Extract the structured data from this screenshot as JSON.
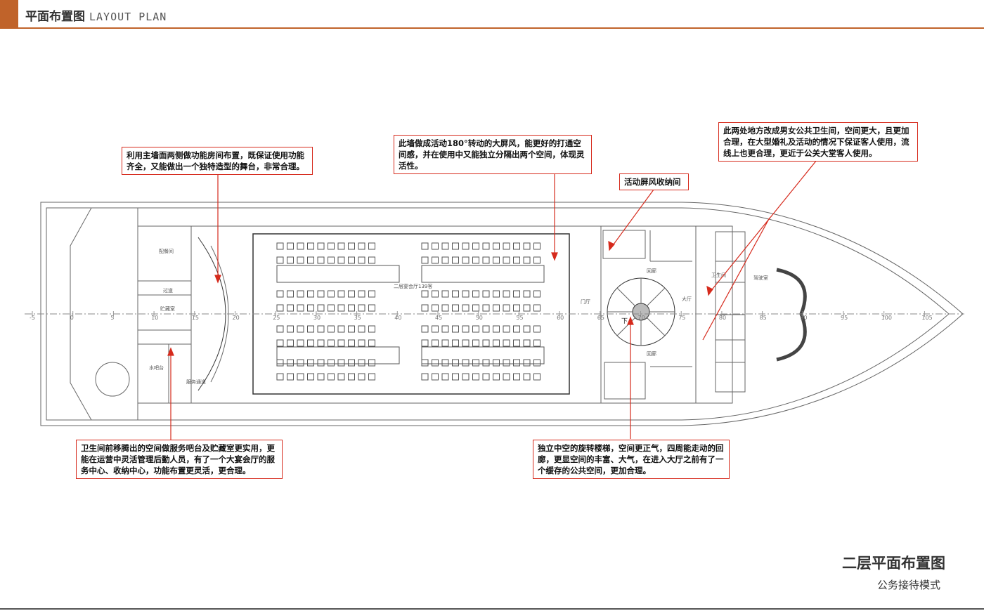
{
  "header": {
    "title_cn": "平面布置图",
    "title_en": "LAYOUT PLAN"
  },
  "footer": {
    "plan_title": "二层平面布置图",
    "plan_mode": "公务接待模式"
  },
  "colors": {
    "accent": "#c0632a",
    "callout": "#d62a1c",
    "line": "#555555"
  },
  "annotations": {
    "stage": "利用主墙面两侧做功能房间布置，既保证使用功能齐全，又能做出一个独特造型的舞台，非常合理。",
    "screen": "此墙做成活动180°转动的大屏风，能更好的打通空间感，并在使用中又能独立分隔出两个空间，体现灵活性。",
    "storage": "活动屏风收纳间",
    "restroom": "此两处地方改成男女公共卫生间，空间更大，且更加合理，在大型婚礼及活动的情况下保证客人使用，流线上也更合理，更近于公关大堂客人使用。",
    "bar": "卫生间前移腾出的空间做服务吧台及贮藏室更实用，更能在运营中灵活管理后勤人员，有了一个大宴会厅的服务中心、收纳中心，功能布置更灵活，更合理。",
    "stair": "独立中空的旋转楼梯，空间更正气，四周能走动的回廊，更显空间的丰富、大气，在进入大厅之前有了一个缓存的公共空间，更加合理。"
  },
  "plan": {
    "axis_ticks": [
      "-5",
      "0",
      "5",
      "10",
      "15",
      "20",
      "25",
      "30",
      "35",
      "40",
      "45",
      "50",
      "55",
      "60",
      "65",
      "70",
      "75",
      "80",
      "85",
      "90",
      "95",
      "100",
      "105"
    ],
    "rooms": {
      "banquet": "二层宴会厅139客",
      "foyer": "门厅",
      "corridor_top": "回廊",
      "corridor_bottom": "回廊",
      "lobby": "大厅",
      "lounge": "驾驶室",
      "pantry": "配餐间",
      "passage": "过道",
      "storage_room": "贮藏室",
      "bar_counter": "水吧台",
      "service_passage": "服务通道",
      "toilet": "卫生间",
      "down_mark": "下"
    }
  }
}
